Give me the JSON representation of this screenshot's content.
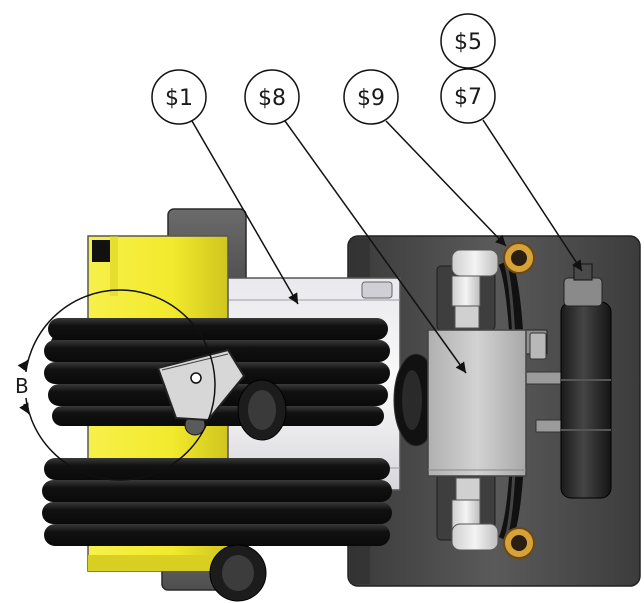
{
  "balloons": [
    {
      "id": "b1",
      "label": "$1"
    },
    {
      "id": "b8",
      "label": "$8"
    },
    {
      "id": "b9",
      "label": "$9"
    },
    {
      "id": "b5",
      "label": "$5"
    },
    {
      "id": "b7",
      "label": "$7"
    }
  ],
  "detail_view": {
    "label": "B"
  },
  "colors": {
    "yellow_block": "#f2ea2c",
    "dark_plate": "#4a4a4a",
    "hose": "#141414",
    "manifold": "#c4c4c4",
    "fitting_brass": "#d8a23a",
    "line": "#111111"
  }
}
